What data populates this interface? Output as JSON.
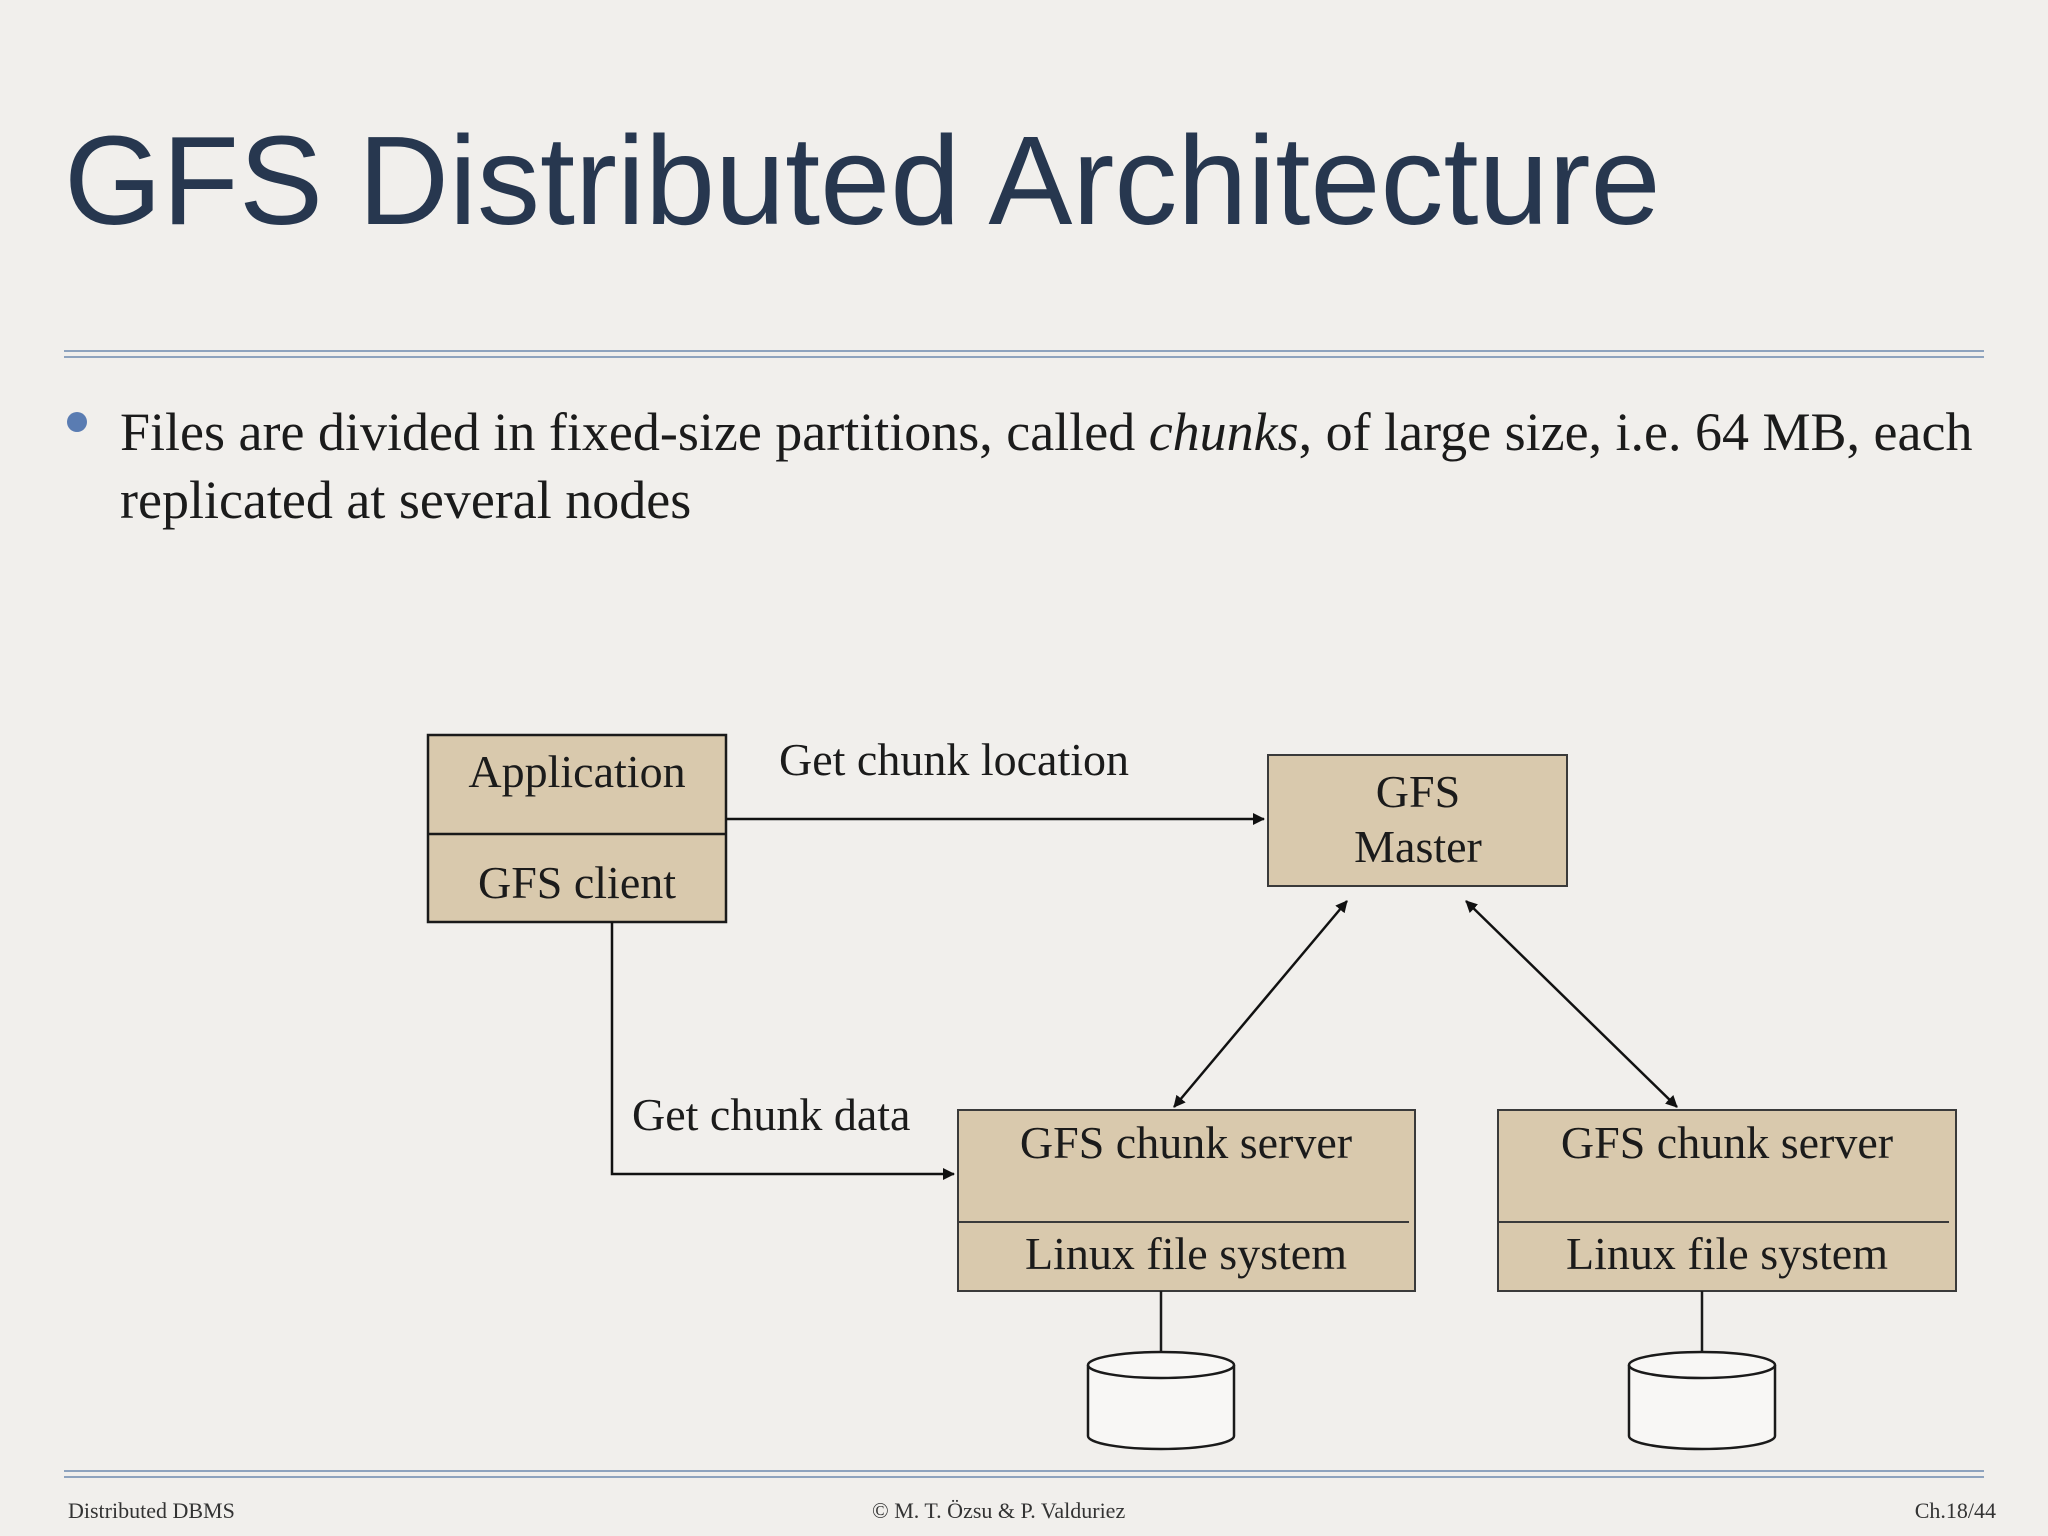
{
  "slide": {
    "title": "GFS Distributed Architecture",
    "bullet": {
      "before": "Files are divided in fixed-size partitions, called ",
      "emphasis": "chunks",
      "after": ", of large size, i.e. 64 MB, each replicated at several nodes"
    }
  },
  "diagram": {
    "application_label": "Application",
    "gfs_client_label": "GFS client",
    "get_chunk_location_label": "Get chunk location",
    "get_chunk_data_label": "Get chunk data",
    "master_line1": "GFS",
    "master_line2": "Master",
    "chunk_server_label": "GFS chunk server",
    "linux_fs_label": "Linux file system"
  },
  "footer": {
    "left": "Distributed DBMS",
    "center": "© M. T. Özsu & P. Valduriez",
    "right": "Ch.18/44"
  },
  "colors": {
    "title": "#27374f",
    "bullet": "#5a7cb2",
    "box_fill": "#d9c9ad",
    "rule": "#8ea3be"
  }
}
